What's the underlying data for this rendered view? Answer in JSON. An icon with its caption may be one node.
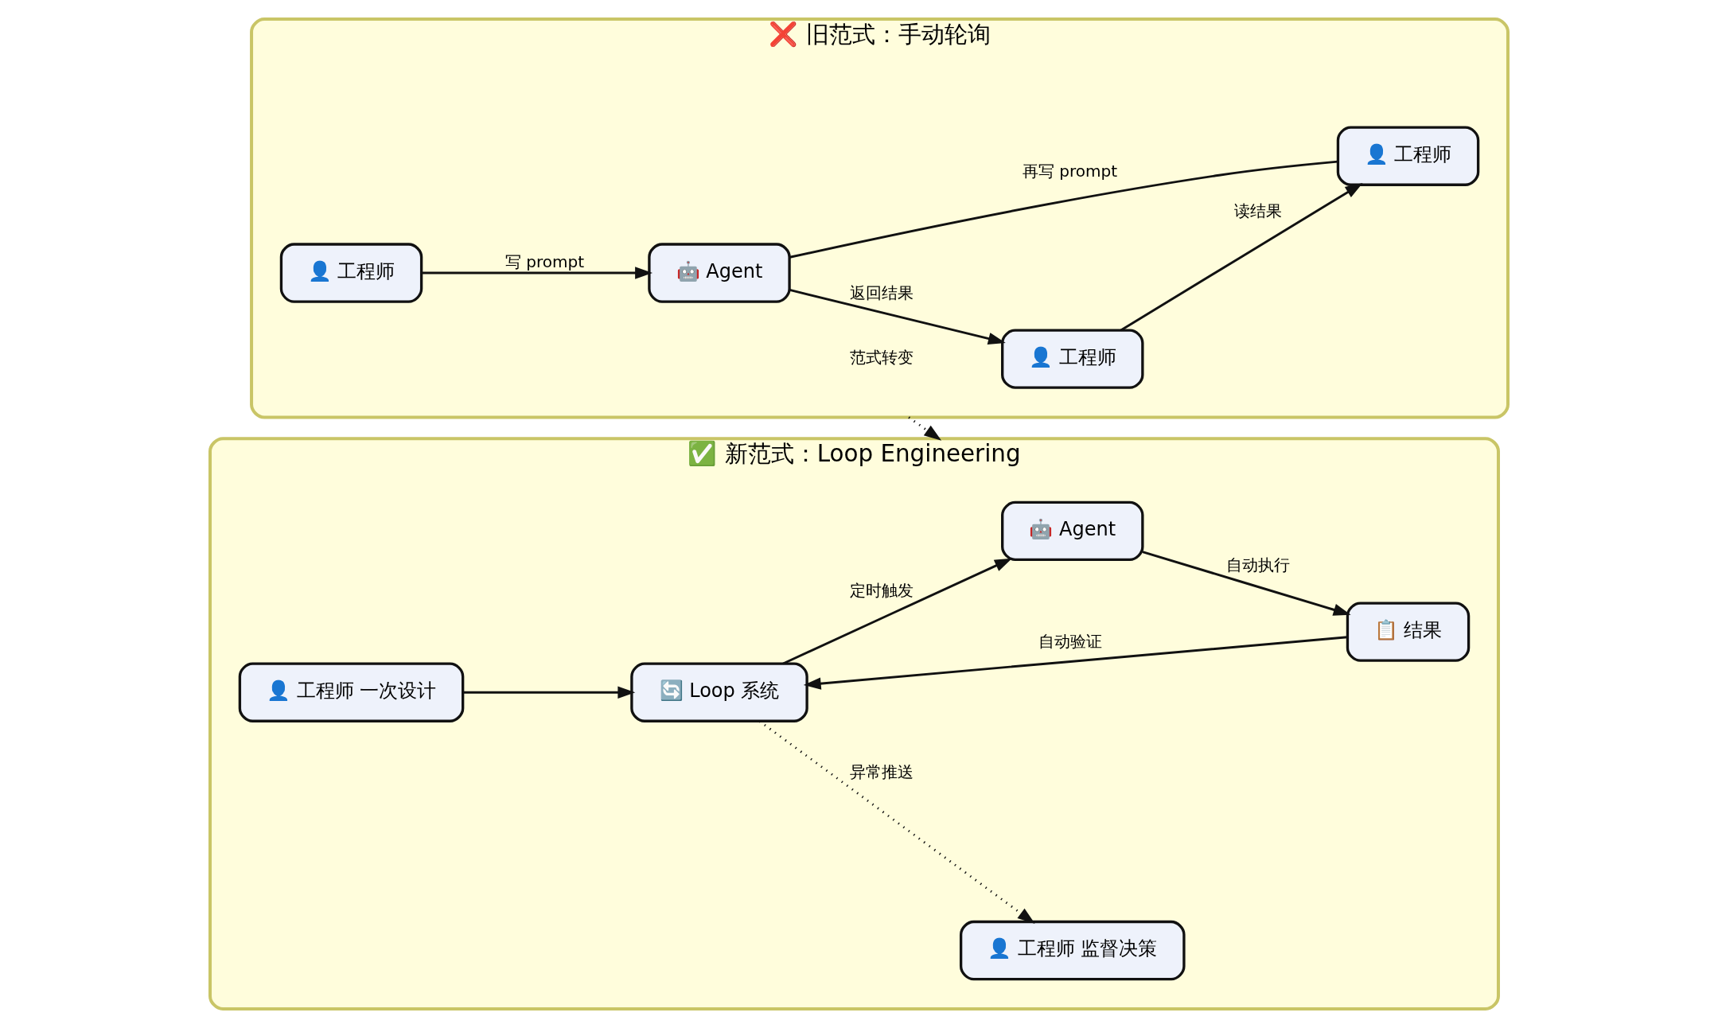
{
  "diagram": {
    "nodes": [
      {
        "text": [
          "❌ 旧范式：手动轮询"
        ]
      },
      {
        "text": [
          "👤 工程师"
        ],
        "in": 0
      },
      {
        "text": [
          "🤖 Agent"
        ],
        "in": 0
      },
      {
        "text": [
          "👤 工程师"
        ],
        "in": 0
      },
      {
        "text": [
          "👤 工程师"
        ],
        "in": 0
      },
      {
        "text": [
          "✅ 新范式：Loop Engineering"
        ]
      },
      {
        "text": [
          "👤 工程师 一次设计"
        ],
        "in": 5
      },
      {
        "text": [
          "🔄 Loop 系统"
        ],
        "in": 5
      },
      {
        "text": [
          "🤖 Agent"
        ],
        "in": 5
      },
      {
        "text": [
          "👤 工程师 监督决策"
        ],
        "in": 5
      },
      {
        "text": [
          "📋 结果"
        ],
        "in": 5
      }
    ],
    "edges": [
      {
        "from": 1,
        "to": 2,
        "arrow": "to",
        "label": "写 prompt"
      },
      {
        "from": 2,
        "to": 3,
        "arrow": "to",
        "label": "返回结果"
      },
      {
        "from": 3,
        "to": 4,
        "arrow": "to",
        "label": "读结果"
      },
      {
        "from": 4,
        "to": 2,
        "arrow": "none",
        "label": "再写 prompt"
      },
      {
        "from": 0,
        "to": 5,
        "arrow": "to",
        "label": "范式转变",
        "style": "dashed"
      },
      {
        "from": 6,
        "to": 7,
        "arrow": "to"
      },
      {
        "from": 7,
        "to": 8,
        "arrow": "to",
        "label": "定时触发"
      },
      {
        "from": 7,
        "to": 9,
        "arrow": "to",
        "label": "异常推送",
        "style": "dashed"
      },
      {
        "from": 8,
        "to": 10,
        "arrow": "to",
        "label": "自动执行"
      },
      {
        "from": 10,
        "to": 7,
        "arrow": "to",
        "label": "自动验证"
      }
    ]
  }
}
